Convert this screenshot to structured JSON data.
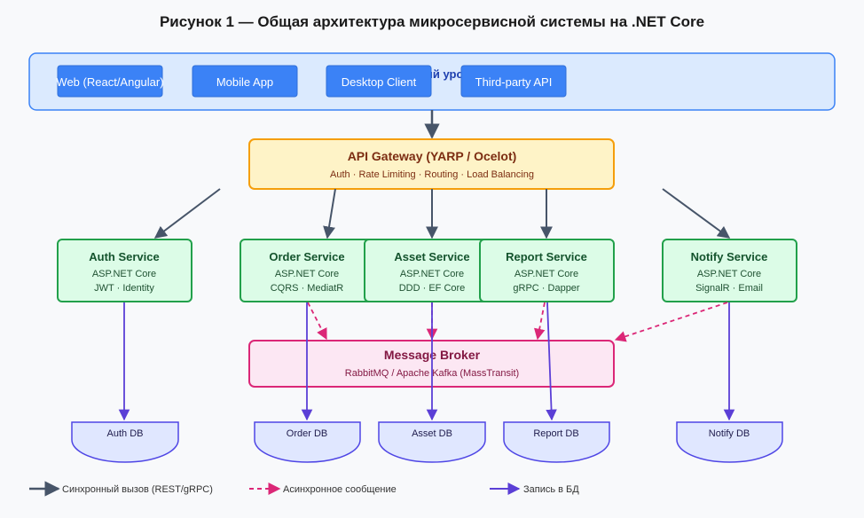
{
  "title": "Рисунок 1 — Общая архитектура микросервисной системы на .NET Core",
  "client_layer": {
    "label": "Клиентский уровень",
    "clients": [
      "Web (React/Angular)",
      "Mobile App",
      "Desktop Client",
      "Third-party API"
    ]
  },
  "gateway": {
    "name": "API Gateway (YARP / Ocelot)",
    "features": "Auth · Rate Limiting · Routing · Load Balancing"
  },
  "services": [
    {
      "name": "Auth Service",
      "tech": "ASP.NET Core",
      "stack": "JWT · Identity",
      "db": "Auth DB",
      "async": false
    },
    {
      "name": "Order Service",
      "tech": "ASP.NET Core",
      "stack": "CQRS · MediatR",
      "db": "Order DB",
      "async": true
    },
    {
      "name": "Asset Service",
      "tech": "ASP.NET Core",
      "stack": "DDD · EF Core",
      "db": "Asset DB",
      "async": true
    },
    {
      "name": "Report Service",
      "tech": "ASP.NET Core",
      "stack": "gRPC · Dapper",
      "db": "Report DB",
      "async": true
    },
    {
      "name": "Notify Service",
      "tech": "ASP.NET Core",
      "stack": "SignalR · Email",
      "db": "Notify DB",
      "async": true
    }
  ],
  "broker": {
    "name": "Message Broker",
    "tech": "RabbitMQ / Apache Kafka (MassTransit)"
  },
  "legend": [
    {
      "label": "Синхронный вызов (REST/gRPC)",
      "style": "sync"
    },
    {
      "label": "Асинхронное сообщение",
      "style": "async"
    },
    {
      "label": "Запись в БД",
      "style": "db"
    }
  ],
  "colors": {
    "sync": "#475569",
    "async": "#db2777",
    "db": "#5b3fd6",
    "gateway_fill": "#fef3c7",
    "gateway_stroke": "#f59e0b",
    "gateway_text": "#7c2d12",
    "broker_fill": "#fce7f3",
    "broker_stroke": "#db2777",
    "broker_text": "#831843",
    "db_fill": "#e0e7ff",
    "db_stroke": "#4f46e5",
    "client_layer_fill": "#dbeafe",
    "client_layer_stroke": "#3b82f6"
  }
}
